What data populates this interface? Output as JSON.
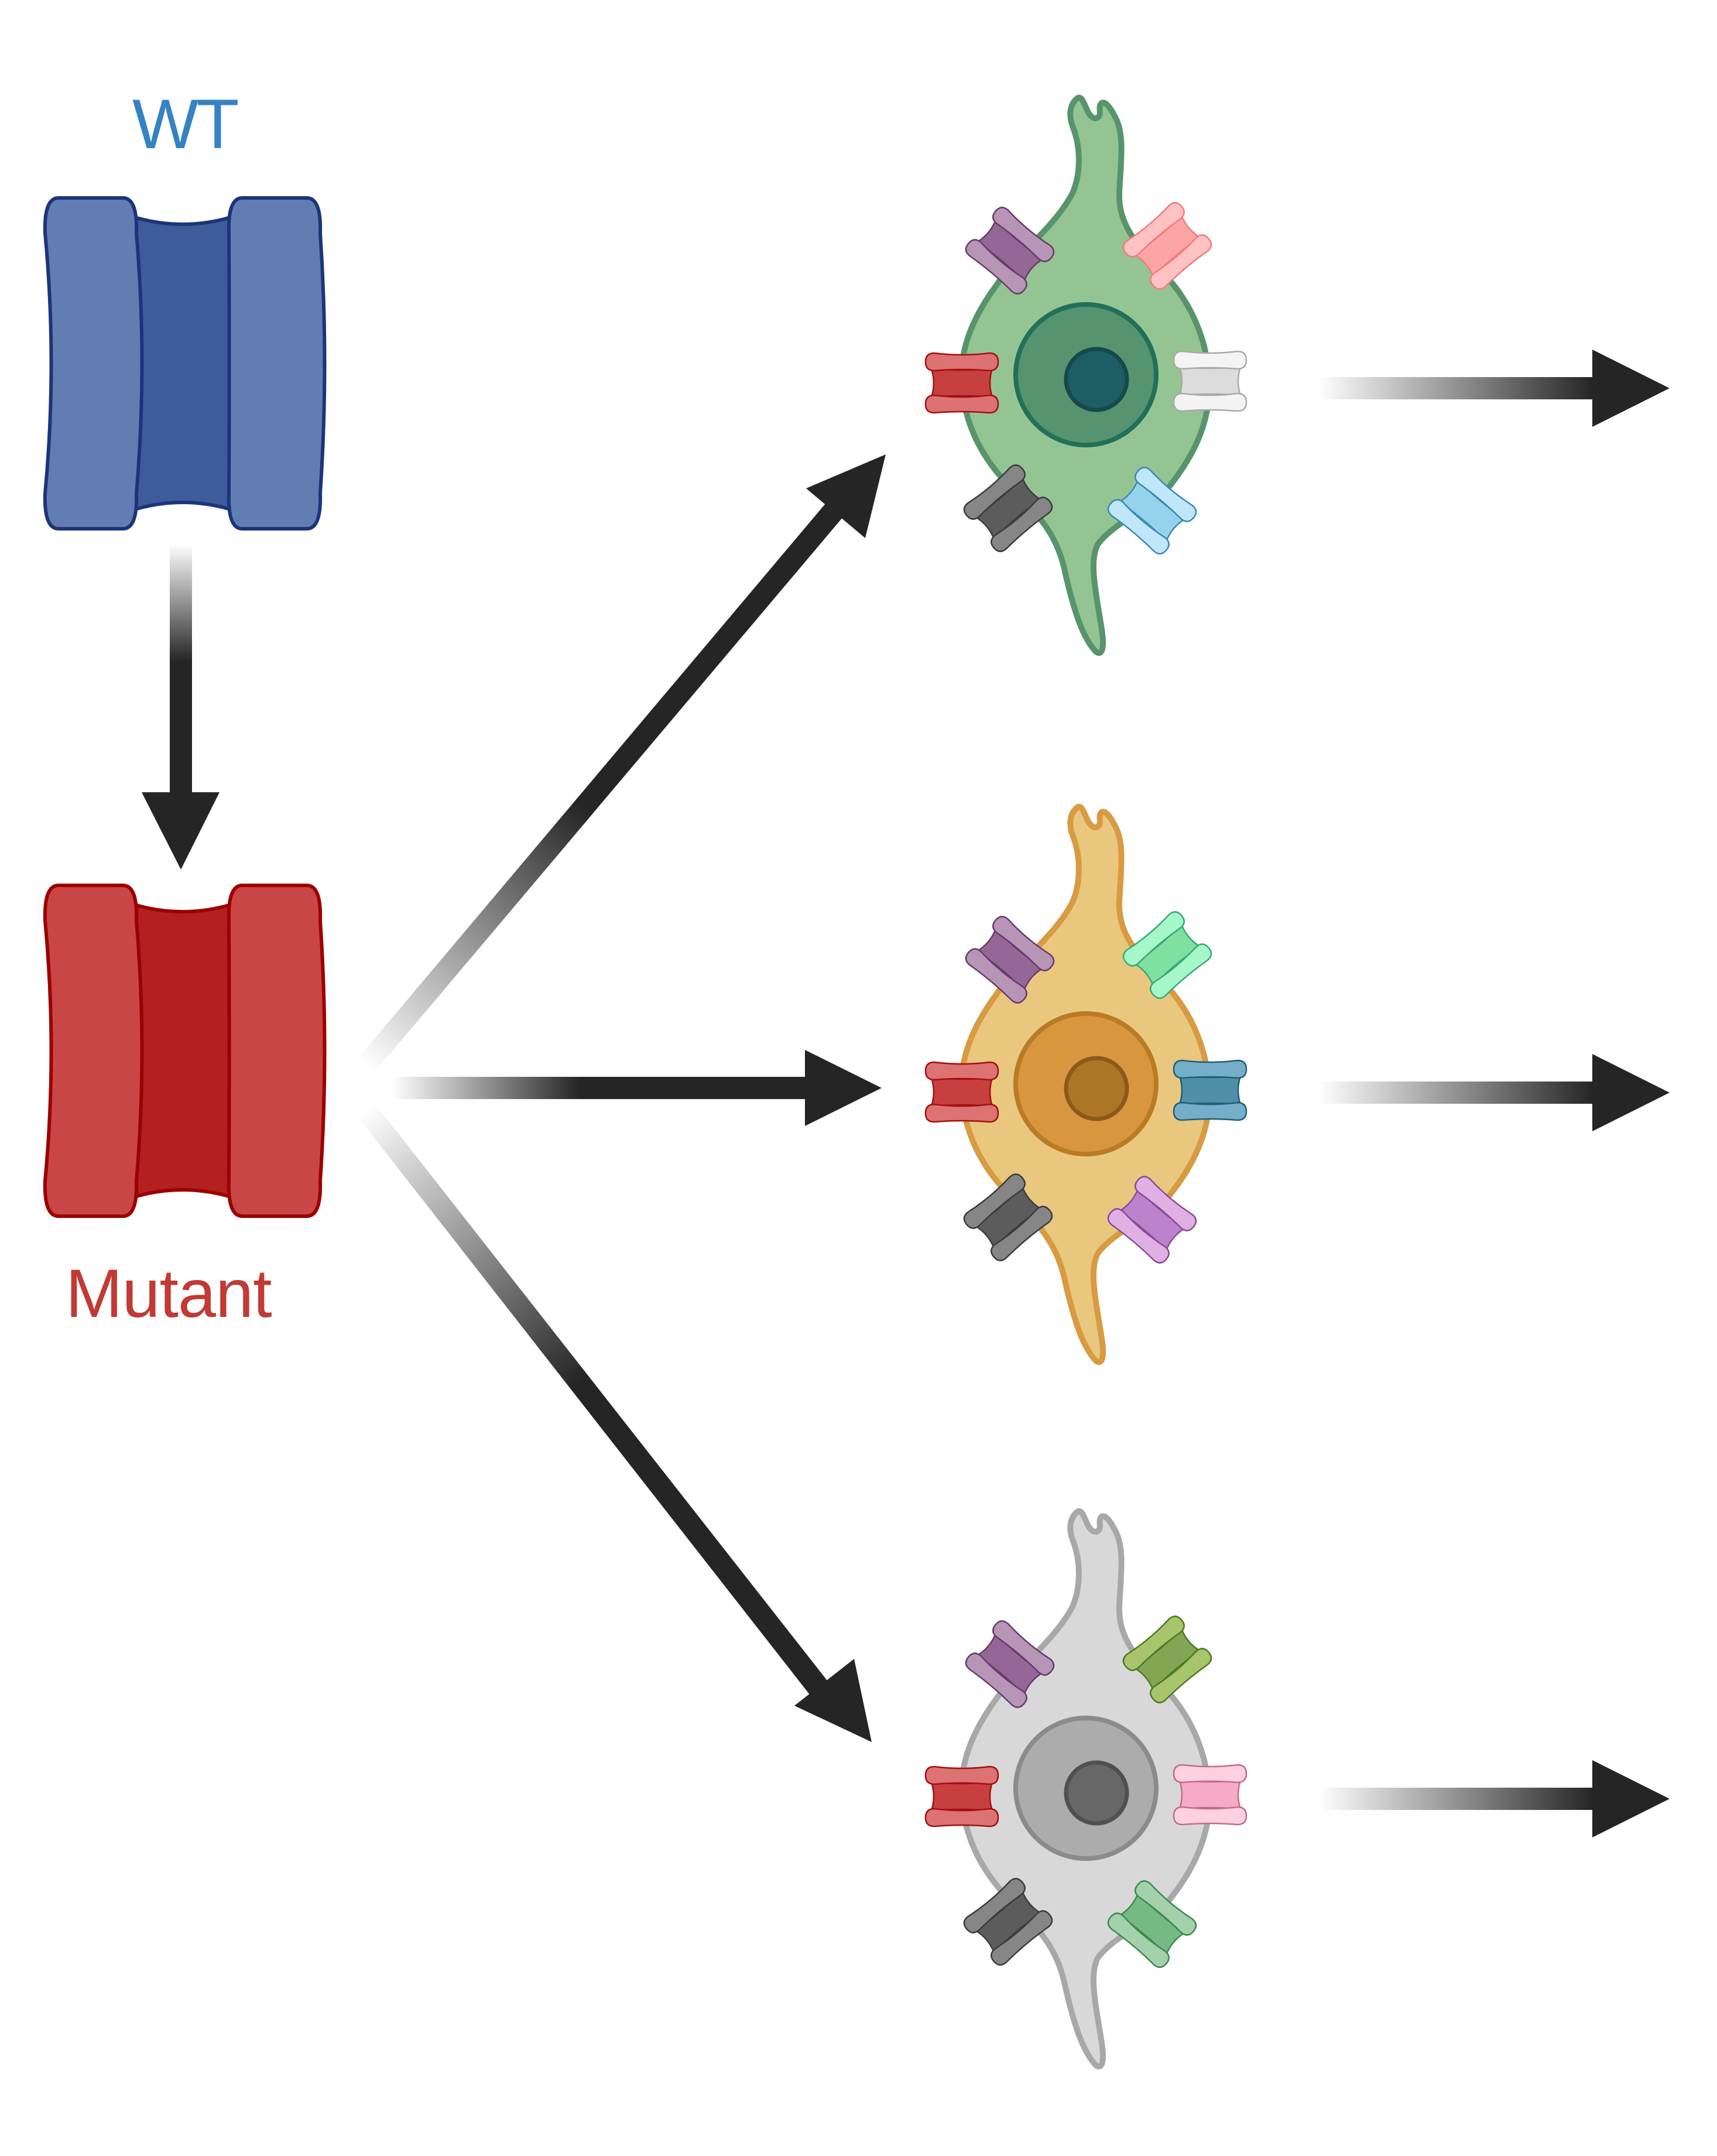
{
  "labels": {
    "wild_type": "WT",
    "mutant": "Mutant"
  },
  "colors": {
    "wt_text": "#3582c4",
    "mutant_text": "#c13a33",
    "arrow": "#252525"
  },
  "ion_channels": {
    "wild_type": {
      "name": "wild-type-channel",
      "side": "#627dB2",
      "pore": "#3e5c9a",
      "stroke": "#1d347a"
    },
    "mutant": {
      "name": "mutant-channel",
      "side": "#c94646",
      "pore": "#b41f20",
      "stroke": "#9c0000"
    }
  },
  "arrows": [
    {
      "name": "wt-to-mutant-arrow",
      "direction": "down"
    },
    {
      "name": "mutant-to-neuron-1-arrow",
      "direction": "up-right"
    },
    {
      "name": "mutant-to-neuron-2-arrow",
      "direction": "right"
    },
    {
      "name": "mutant-to-neuron-3-arrow",
      "direction": "down-right"
    },
    {
      "name": "neuron-1-output-arrow",
      "direction": "right"
    },
    {
      "name": "neuron-2-output-arrow",
      "direction": "right"
    },
    {
      "name": "neuron-3-output-arrow",
      "direction": "right"
    }
  ],
  "neurons": [
    {
      "name": "neuron-1-green",
      "body": "#95c493",
      "outline": "#57946c",
      "nucleus": "#55946e",
      "nucleus_stroke": "#22705a",
      "nucleolus": "#1c5e63",
      "nucleolus_stroke": "#17484b",
      "channels": [
        {
          "position": "upper-left",
          "side": "#b795b7",
          "pore": "#956796",
          "stroke": "#673c6b"
        },
        {
          "position": "upper-right",
          "side": "#fec2c3",
          "pore": "#fca5a6",
          "stroke": "#f47a7c"
        },
        {
          "position": "left",
          "side": "#dd7272",
          "pore": "#c83f40",
          "stroke": "#a30f10"
        },
        {
          "position": "right",
          "side": "#f4f4f4",
          "pore": "#dcdcdc",
          "stroke": "#a9a9a9"
        },
        {
          "position": "lower-left",
          "side": "#868686",
          "pore": "#5c5c5c",
          "stroke": "#3c3c3c"
        },
        {
          "position": "lower-right",
          "side": "#c0e6f9",
          "pore": "#95d3ec",
          "stroke": "#3b89b0"
        }
      ]
    },
    {
      "name": "neuron-2-orange",
      "body": "#eac77e",
      "outline": "#d89b42",
      "nucleus": "#d8973f",
      "nucleus_stroke": "#b97b23",
      "nucleolus": "#ad7625",
      "nucleolus_stroke": "#8a5a1c",
      "channels": [
        {
          "position": "upper-left",
          "side": "#b795b7",
          "pore": "#956796",
          "stroke": "#673c6b"
        },
        {
          "position": "upper-right",
          "side": "#a6f8cb",
          "pore": "#80e0a0",
          "stroke": "#3aa876"
        },
        {
          "position": "left",
          "side": "#dd7272",
          "pore": "#c83f40",
          "stroke": "#a30f10"
        },
        {
          "position": "right",
          "side": "#74aec8",
          "pore": "#4e90a9",
          "stroke": "#1e5f78"
        },
        {
          "position": "lower-left",
          "side": "#868686",
          "pore": "#5c5c5c",
          "stroke": "#3c3c3c"
        },
        {
          "position": "lower-right",
          "side": "#e0b0e4",
          "pore": "#bc82cc",
          "stroke": "#8a4a96"
        }
      ]
    },
    {
      "name": "neuron-3-gray",
      "body": "#d8d8d8",
      "outline": "#a8a8a8",
      "nucleus": "#acacac",
      "nucleus_stroke": "#8b8b8b",
      "nucleolus": "#676767",
      "nucleolus_stroke": "#505050",
      "channels": [
        {
          "position": "upper-left",
          "side": "#b795b7",
          "pore": "#956796",
          "stroke": "#673c6b"
        },
        {
          "position": "upper-right",
          "side": "#a8c46d",
          "pore": "#83a554",
          "stroke": "#4d7a22"
        },
        {
          "position": "left",
          "side": "#dd7272",
          "pore": "#c83f40",
          "stroke": "#a30f10"
        },
        {
          "position": "right",
          "side": "#fdd1e0",
          "pore": "#f5abc6",
          "stroke": "#c46a8a"
        },
        {
          "position": "lower-left",
          "side": "#868686",
          "pore": "#5c5c5c",
          "stroke": "#3c3c3c"
        },
        {
          "position": "lower-right",
          "side": "#a3d1ac",
          "pore": "#77b984",
          "stroke": "#3d8a4e"
        }
      ]
    }
  ]
}
